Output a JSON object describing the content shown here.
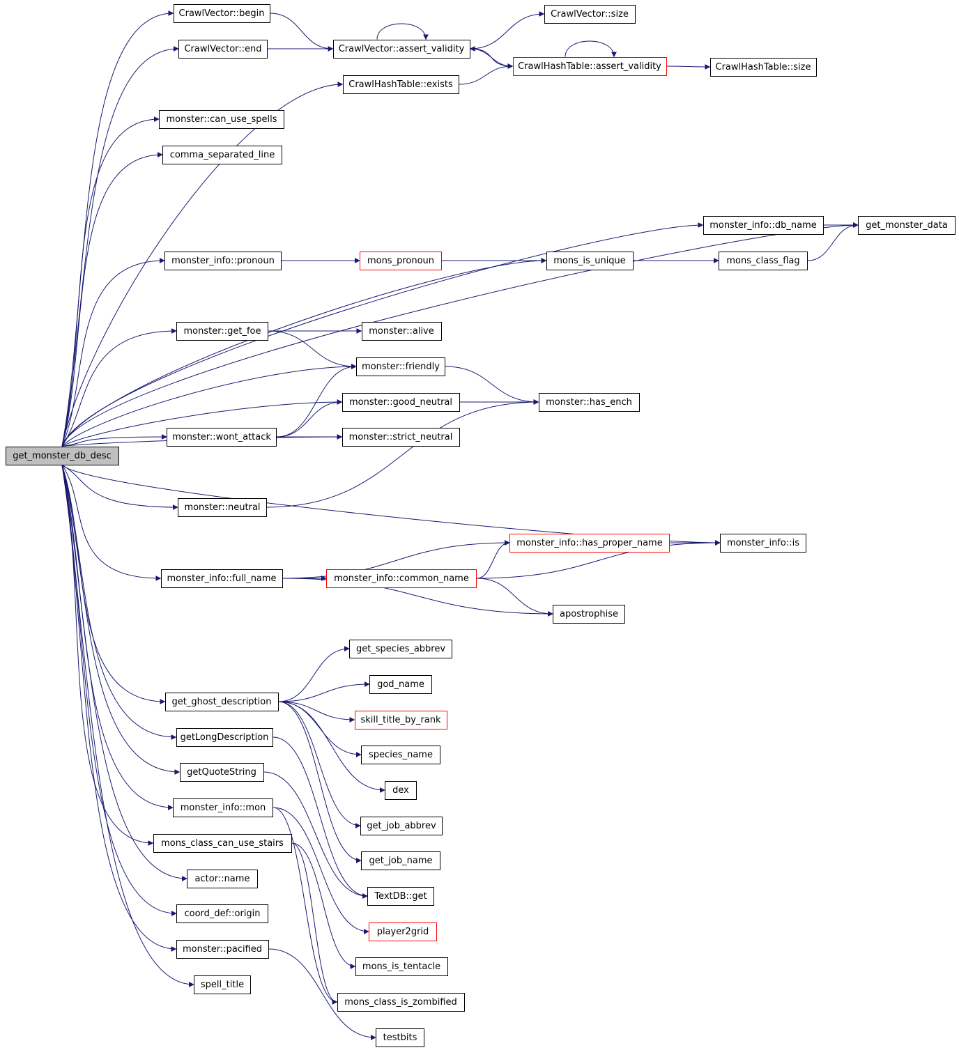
{
  "diagram": {
    "type": "call-graph",
    "colors": {
      "edge": "#191970",
      "node_border": "#000000",
      "truncated_border": "#ff0000",
      "root_fill": "#bfbfbf",
      "background": "#ffffff"
    },
    "nodes": [
      {
        "id": "root",
        "label": "get_monster_db_desc",
        "style": "root"
      },
      {
        "id": "cv_begin",
        "label": "CrawlVector::begin",
        "style": "normal"
      },
      {
        "id": "cv_end",
        "label": "CrawlVector::end",
        "style": "normal"
      },
      {
        "id": "cv_assert",
        "label": "CrawlVector::assert_validity",
        "style": "normal"
      },
      {
        "id": "cv_size",
        "label": "CrawlVector::size",
        "style": "normal"
      },
      {
        "id": "cht_assert",
        "label": "CrawlHashTable::assert_validity",
        "style": "truncated"
      },
      {
        "id": "cht_size",
        "label": "CrawlHashTable::size",
        "style": "normal"
      },
      {
        "id": "cht_exists",
        "label": "CrawlHashTable::exists",
        "style": "normal"
      },
      {
        "id": "can_use_spells",
        "label": "monster::can_use_spells",
        "style": "normal"
      },
      {
        "id": "comma_line",
        "label": "comma_separated_line",
        "style": "normal"
      },
      {
        "id": "db_name",
        "label": "monster_info::db_name",
        "style": "normal"
      },
      {
        "id": "get_monster_data",
        "label": "get_monster_data",
        "style": "normal"
      },
      {
        "id": "pronoun",
        "label": "monster_info::pronoun",
        "style": "normal"
      },
      {
        "id": "mons_pronoun",
        "label": "mons_pronoun",
        "style": "truncated"
      },
      {
        "id": "mons_is_unique",
        "label": "mons_is_unique",
        "style": "normal"
      },
      {
        "id": "mons_class_flag",
        "label": "mons_class_flag",
        "style": "normal"
      },
      {
        "id": "get_foe",
        "label": "monster::get_foe",
        "style": "normal"
      },
      {
        "id": "alive",
        "label": "monster::alive",
        "style": "normal"
      },
      {
        "id": "friendly",
        "label": "monster::friendly",
        "style": "normal"
      },
      {
        "id": "good_neutral",
        "label": "monster::good_neutral",
        "style": "normal"
      },
      {
        "id": "has_ench",
        "label": "monster::has_ench",
        "style": "normal"
      },
      {
        "id": "wont_attack",
        "label": "monster::wont_attack",
        "style": "normal"
      },
      {
        "id": "strict_neutral",
        "label": "monster::strict_neutral",
        "style": "normal"
      },
      {
        "id": "neutral",
        "label": "monster::neutral",
        "style": "normal"
      },
      {
        "id": "has_proper_name",
        "label": "monster_info::has_proper_name",
        "style": "truncated"
      },
      {
        "id": "mi_is",
        "label": "monster_info::is",
        "style": "normal"
      },
      {
        "id": "full_name",
        "label": "monster_info::full_name",
        "style": "normal"
      },
      {
        "id": "common_name",
        "label": "monster_info::common_name",
        "style": "truncated"
      },
      {
        "id": "apostrophise",
        "label": "apostrophise",
        "style": "normal"
      },
      {
        "id": "species_abbrev",
        "label": "get_species_abbrev",
        "style": "normal"
      },
      {
        "id": "god_name",
        "label": "god_name",
        "style": "normal"
      },
      {
        "id": "ghost_desc",
        "label": "get_ghost_description",
        "style": "normal"
      },
      {
        "id": "skill_title",
        "label": "skill_title_by_rank",
        "style": "truncated"
      },
      {
        "id": "long_desc",
        "label": "getLongDescription",
        "style": "normal"
      },
      {
        "id": "species_name",
        "label": "species_name",
        "style": "normal"
      },
      {
        "id": "quote_string",
        "label": "getQuoteString",
        "style": "normal"
      },
      {
        "id": "dex",
        "label": "dex",
        "style": "normal"
      },
      {
        "id": "mi_mon",
        "label": "monster_info::mon",
        "style": "normal"
      },
      {
        "id": "job_abbrev",
        "label": "get_job_abbrev",
        "style": "normal"
      },
      {
        "id": "use_stairs",
        "label": "mons_class_can_use_stairs",
        "style": "normal"
      },
      {
        "id": "job_name",
        "label": "get_job_name",
        "style": "normal"
      },
      {
        "id": "actor_name",
        "label": "actor::name",
        "style": "normal"
      },
      {
        "id": "textdb_get",
        "label": "TextDB::get",
        "style": "normal"
      },
      {
        "id": "coord_origin",
        "label": "coord_def::origin",
        "style": "normal"
      },
      {
        "id": "player2grid",
        "label": "player2grid",
        "style": "truncated"
      },
      {
        "id": "pacified",
        "label": "monster::pacified",
        "style": "normal"
      },
      {
        "id": "is_tentacle",
        "label": "mons_is_tentacle",
        "style": "normal"
      },
      {
        "id": "spell_title",
        "label": "spell_title",
        "style": "normal"
      },
      {
        "id": "is_zombified",
        "label": "mons_class_is_zombified",
        "style": "normal"
      },
      {
        "id": "testbits",
        "label": "testbits",
        "style": "normal"
      }
    ],
    "edges": [
      [
        "root",
        "cv_begin"
      ],
      [
        "root",
        "cv_end"
      ],
      [
        "root",
        "cht_exists"
      ],
      [
        "root",
        "can_use_spells"
      ],
      [
        "root",
        "comma_line"
      ],
      [
        "root",
        "get_monster_data"
      ],
      [
        "root",
        "db_name"
      ],
      [
        "root",
        "pronoun"
      ],
      [
        "root",
        "mons_is_unique"
      ],
      [
        "root",
        "get_foe"
      ],
      [
        "root",
        "friendly"
      ],
      [
        "root",
        "good_neutral"
      ],
      [
        "root",
        "wont_attack"
      ],
      [
        "root",
        "strict_neutral"
      ],
      [
        "root",
        "neutral"
      ],
      [
        "root",
        "mi_is"
      ],
      [
        "root",
        "full_name"
      ],
      [
        "root",
        "ghost_desc"
      ],
      [
        "root",
        "long_desc"
      ],
      [
        "root",
        "quote_string"
      ],
      [
        "root",
        "mi_mon"
      ],
      [
        "root",
        "use_stairs"
      ],
      [
        "root",
        "actor_name"
      ],
      [
        "root",
        "coord_origin"
      ],
      [
        "root",
        "pacified"
      ],
      [
        "root",
        "spell_title"
      ],
      [
        "cv_begin",
        "cv_assert"
      ],
      [
        "cv_end",
        "cv_assert"
      ],
      [
        "cv_assert",
        "cv_assert"
      ],
      [
        "cv_assert",
        "cv_size"
      ],
      [
        "cv_assert",
        "cht_assert"
      ],
      [
        "cht_assert",
        "cv_assert"
      ],
      [
        "cht_assert",
        "cht_assert"
      ],
      [
        "cht_assert",
        "cht_size"
      ],
      [
        "cht_exists",
        "cht_assert"
      ],
      [
        "db_name",
        "get_monster_data"
      ],
      [
        "pronoun",
        "mons_pronoun"
      ],
      [
        "mons_pronoun",
        "mons_is_unique"
      ],
      [
        "mons_is_unique",
        "mons_class_flag"
      ],
      [
        "mons_class_flag",
        "get_monster_data"
      ],
      [
        "get_foe",
        "alive"
      ],
      [
        "get_foe",
        "friendly"
      ],
      [
        "friendly",
        "has_ench"
      ],
      [
        "good_neutral",
        "has_ench"
      ],
      [
        "wont_attack",
        "friendly"
      ],
      [
        "wont_attack",
        "good_neutral"
      ],
      [
        "wont_attack",
        "strict_neutral"
      ],
      [
        "neutral",
        "has_ench"
      ],
      [
        "has_proper_name",
        "mi_is"
      ],
      [
        "full_name",
        "has_proper_name"
      ],
      [
        "full_name",
        "common_name"
      ],
      [
        "full_name",
        "apostrophise"
      ],
      [
        "common_name",
        "has_proper_name"
      ],
      [
        "common_name",
        "mi_is"
      ],
      [
        "common_name",
        "apostrophise"
      ],
      [
        "ghost_desc",
        "species_abbrev"
      ],
      [
        "ghost_desc",
        "god_name"
      ],
      [
        "ghost_desc",
        "skill_title"
      ],
      [
        "ghost_desc",
        "species_name"
      ],
      [
        "ghost_desc",
        "dex"
      ],
      [
        "ghost_desc",
        "job_abbrev"
      ],
      [
        "ghost_desc",
        "job_name"
      ],
      [
        "long_desc",
        "textdb_get"
      ],
      [
        "quote_string",
        "textdb_get"
      ],
      [
        "mi_mon",
        "player2grid"
      ],
      [
        "mi_mon",
        "is_zombified"
      ],
      [
        "use_stairs",
        "is_tentacle"
      ],
      [
        "use_stairs",
        "is_zombified"
      ],
      [
        "pacified",
        "testbits"
      ]
    ]
  }
}
